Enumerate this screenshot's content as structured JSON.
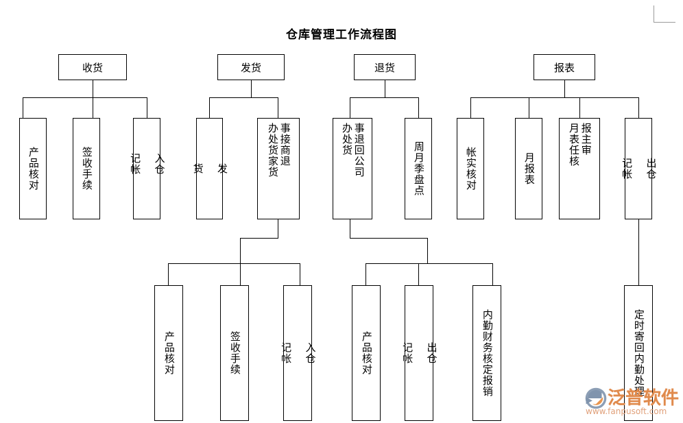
{
  "page": {
    "title": "仓库管理工作流程图",
    "background": "#ffffff",
    "line_color": "#000000",
    "corner_mark_color": "#9a9a9a"
  },
  "watermark": {
    "brand": "泛普软件",
    "url": "www.fanpusoft.com",
    "brand_color": "#e08a4c",
    "url_color": "#e0a07a",
    "mark_blue": "#8094ad",
    "mark_orange": "#e8954f",
    "logo_name": "fanpusoft-logo"
  },
  "chart_data": {
    "type": "diagram",
    "title": "仓库管理工作流程图",
    "orientation": "top-down org-chart / flowchart",
    "branches": [
      {
        "id": "receiving",
        "root": "收货",
        "children": [
          "产品核对",
          "签收手续",
          "入仓  记帐"
        ]
      },
      {
        "id": "shipping",
        "root": "发货",
        "children": [
          "发  货",
          "事接商退 / 办处货家货"
        ],
        "sub_branch_parent": "事接商退 / 办处货家货",
        "sub_children": [
          "产品核对",
          "签收手续",
          "入仓  记帐"
        ]
      },
      {
        "id": "returns",
        "root": "退货",
        "children": [
          "事退回公司 / 办处货",
          "周月季盘点"
        ],
        "sub_branch_parent": "事退回公司 / 办处货",
        "sub_children": [
          "产品核对",
          "出仓  记帐",
          "内勤财务核定报销"
        ]
      },
      {
        "id": "reports",
        "root": "报表",
        "children": [
          "帐实核对",
          "月报表",
          "报主审 / 月表任核",
          "出仓  记帐"
        ],
        "sub_branch_parent": "出仓  记帐",
        "sub_children": [
          "定时寄回内勤处理"
        ]
      }
    ]
  },
  "nodes": {
    "root_receiving": "收货",
    "root_shipping": "发货",
    "root_returns": "退货",
    "root_reports": "报表",
    "r1_c1": "产品核对",
    "r1_c2": "签收手续",
    "r1_c3_a": "入仓",
    "r1_c3_b": "记帐",
    "r2_c1_a": "发",
    "r2_c1_b": "货",
    "r2_c2_right": "事接商退",
    "r2_c2_left": "办处货家货",
    "r3_c1_right": "事退回公司",
    "r3_c1_left": "办处货",
    "r3_c2": "周月季盘点",
    "r4_c1": "帐实核对",
    "r4_c2": "月报表",
    "r4_c3_right": "报主审",
    "r4_c3_left": "月表任核",
    "r4_c4_a": "出仓",
    "r4_c4_b": "记帐",
    "s1_c1": "产品核对",
    "s1_c2": "签收手续",
    "s1_c3_a": "入仓",
    "s1_c3_b": "记帐",
    "s2_c1": "产品核对",
    "s2_c2_a": "出仓",
    "s2_c2_b": "记帐",
    "s2_c3": "内勤财务核定报销",
    "s3_c1": "定时寄回内勤处理"
  }
}
